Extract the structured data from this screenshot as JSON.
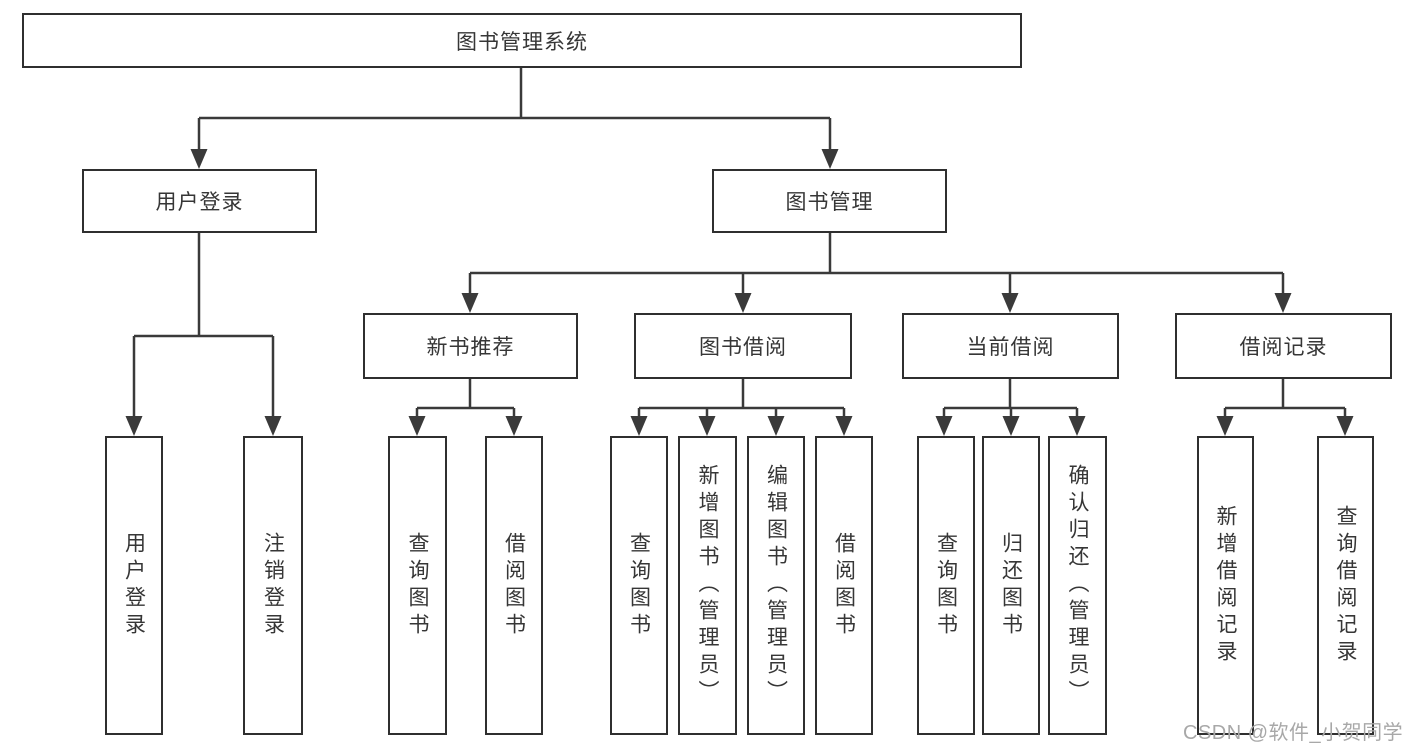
{
  "diagram_title": "图书管理系统",
  "tree": {
    "label": "图书管理系统",
    "children": [
      {
        "label": "用户登录",
        "children": [
          {
            "label": "用户登录"
          },
          {
            "label": "注销登录"
          }
        ]
      },
      {
        "label": "图书管理",
        "children": [
          {
            "label": "新书推荐",
            "children": [
              {
                "label": "查询图书"
              },
              {
                "label": "借阅图书"
              }
            ]
          },
          {
            "label": "图书借阅",
            "children": [
              {
                "label": "查询图书"
              },
              {
                "label": "新增图书（管理员）"
              },
              {
                "label": "编辑图书（管理员）"
              },
              {
                "label": "借阅图书"
              }
            ]
          },
          {
            "label": "当前借阅",
            "children": [
              {
                "label": "查询图书"
              },
              {
                "label": "归还图书"
              },
              {
                "label": "确认归还（管理员）"
              }
            ]
          },
          {
            "label": "借阅记录",
            "children": [
              {
                "label": "新增借阅记录"
              },
              {
                "label": "查询借阅记录"
              }
            ]
          }
        ]
      }
    ]
  },
  "watermark": {
    "text": "CSDN @软件_小贺同学"
  },
  "colors": {
    "line": "#3a3a3a",
    "box_border": "#2f2f2f",
    "text": "#363636",
    "background": "#ffffff",
    "watermark": "#a8a8a8"
  }
}
